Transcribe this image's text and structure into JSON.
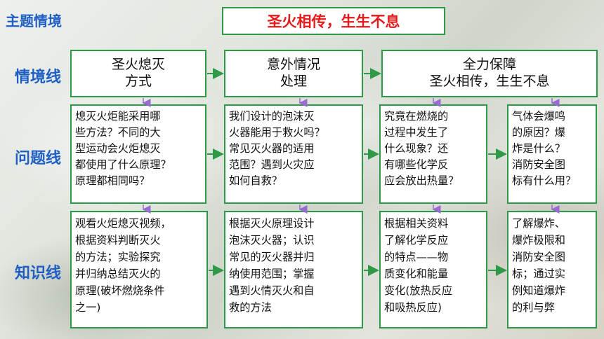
{
  "header": {
    "label": "主题情境",
    "title": "圣火相传，生生不息"
  },
  "rows": {
    "line_label": "情境线",
    "question_label": "问题线",
    "knowledge_label": "知识线"
  },
  "scenario_boxes": [
    {
      "line1": "圣火熄灭",
      "line2": "方式"
    },
    {
      "line1": "意外情况",
      "line2": "处理"
    },
    {
      "line1": "全力保障",
      "line2": "圣火相传，生生不息"
    }
  ],
  "question_boxes": [
    {
      "text": "熄灭火炬能采用哪\n些方法？不同的大\n型运动会火炬熄灭\n都使用了什么原理？\n原理都相同吗？"
    },
    {
      "text": "我们设计的泡沫灭\n火器能用于救火吗？\n常见灭火器的适用\n范围？遇到火灾应\n如何自救？"
    },
    {
      "text": "究竟在燃烧的\n过程中发生了\n什么现象？还\n有哪些化学反\n应会放出热量？"
    },
    {
      "text": "气体会爆鸣\n的原因？爆\n炸是什么？\n消防安全图\n标有什么用？"
    }
  ],
  "knowledge_boxes": [
    {
      "text": "观看火炬熄灭视频，\n根据资料判断灭火\n的方法；实验探究\n并归纳总结灭火的\n原理(破坏燃烧条件\n之一)"
    },
    {
      "text": "根据灭火原理设计\n泡沫灭火器；认识\n常见的灭火器并归\n纳使用范围；掌握\n遇到火情灭火和自\n救的方法"
    },
    {
      "text": "根据相关资料\n了解化学反应\n的特点——物\n质变化和能量\n变化(放热反应\n和吸热反应)"
    },
    {
      "text": "了解爆炸、\n爆炸极限和\n消防安全图\n标；通过实\n例知道爆炸\n的利与弊"
    }
  ],
  "colors": {
    "border": "#2e9a48",
    "label": "#1f5fc4",
    "title": "#e41a1a",
    "arrow": "#2e9a48",
    "down_arrow": "#9a6bd0"
  }
}
